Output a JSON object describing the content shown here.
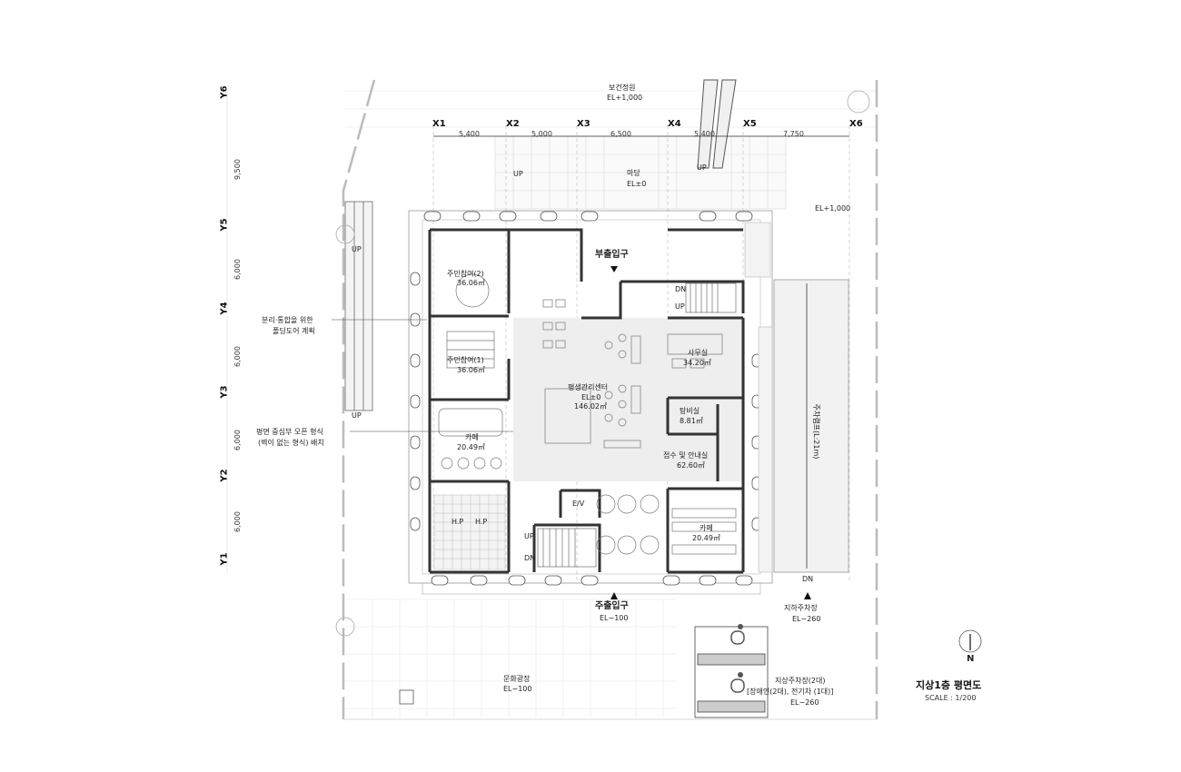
{
  "plan": {
    "title": "지상1층 평면도",
    "scale": "SCALE : 1/200",
    "north": "N",
    "grid_x": [
      "X1",
      "X2",
      "X3",
      "X4",
      "X5",
      "X6"
    ],
    "grid_y": [
      "Y6",
      "Y5",
      "Y4",
      "Y3",
      "Y2",
      "Y1"
    ],
    "dims_x": [
      "5,400",
      "5,000",
      "6,500",
      "5,400",
      "7,750"
    ],
    "dims_y": [
      "9,500",
      "6,000",
      "6,000",
      "6,000",
      "6,000"
    ],
    "rooms": {
      "community2": {
        "name": "주민참여(2)",
        "area": "36.06㎡"
      },
      "community1": {
        "name": "주민참여(1)",
        "area": "36.06㎡"
      },
      "cafe_left": {
        "name": "카페",
        "area": "20.49㎡"
      },
      "center": {
        "name": "평생관리센터",
        "el": "EL±0",
        "area": "146.02㎡"
      },
      "office": {
        "name": "사무실",
        "area": "34.20㎡"
      },
      "lounge": {
        "name": "탕비실",
        "area": "8.81㎡"
      },
      "reception": {
        "name": "접수 및 안내실",
        "area": "62.60㎡"
      },
      "cafe_right": {
        "name": "카페",
        "area": "20.49㎡"
      },
      "ev": "E/V",
      "hp1": "H.P",
      "hp2": "H.P"
    },
    "outdoor": {
      "garden": {
        "name": "보건정원",
        "el": "EL+1,000"
      },
      "yard": {
        "name": "마당",
        "el": "EL±0"
      },
      "east_el": "EL+1,000",
      "plaza": {
        "name": "문화광장",
        "el": "EL−100"
      },
      "main_entry": {
        "name": "주출입구",
        "el": "EL−100"
      },
      "sub_entry": "부출입구",
      "ug_parking": {
        "name": "지하주차장",
        "el": "EL−260"
      },
      "surface_parking": {
        "name": "지상주차장(2대)",
        "detail": "[장애인(2대), 전기차 (1대)]",
        "el": "EL−260"
      },
      "ramp": "주차램프(L:21m)"
    },
    "annotations": {
      "folding1": "분리·통합을 위한",
      "folding2": "폴딩도어 계획",
      "open1": "평면 중심부 오픈 형식",
      "open2": "(벽이 없는 형식) 배치"
    },
    "stairs": {
      "up_left_top": "UP",
      "up_left_bottom": "UP",
      "up_yard": "UP",
      "up_bridge": "UP",
      "dn_east": "DN",
      "up_east": "UP",
      "up_south": "UP",
      "dn_south": "DN",
      "dn_ramp": "DN"
    }
  }
}
